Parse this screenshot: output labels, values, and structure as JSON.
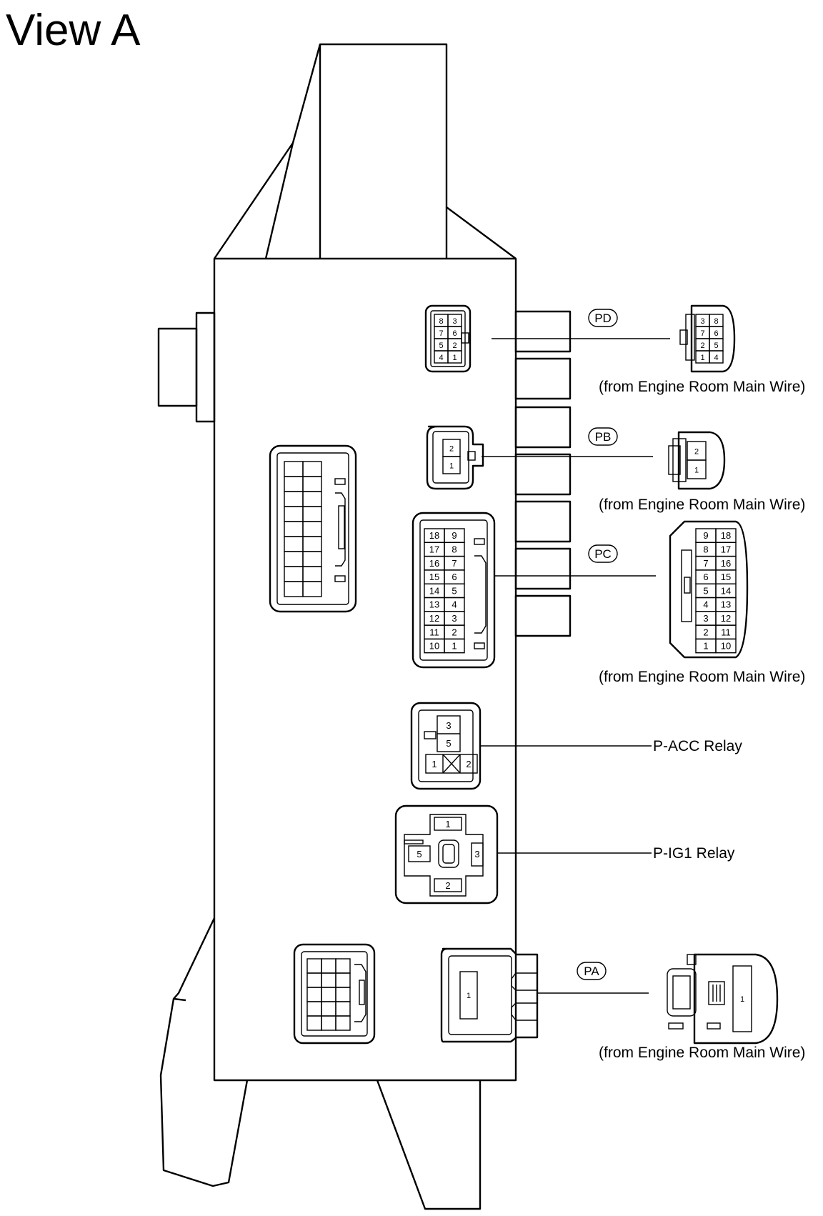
{
  "title": "View A",
  "connectors": {
    "PD": {
      "code": "PD",
      "source": "(from Engine Room Main Wire)",
      "front_pins": [
        "8",
        "3",
        "7",
        "6",
        "5",
        "2",
        "4",
        "1"
      ],
      "side_pins": [
        "3",
        "8",
        "7",
        "6",
        "2",
        "5",
        "1",
        "4"
      ]
    },
    "PB": {
      "code": "PB",
      "source": "(from Engine Room Main Wire)",
      "front_pins": [
        "2",
        "1"
      ],
      "side_pins": [
        "2",
        "1"
      ]
    },
    "PC": {
      "code": "PC",
      "source": "(from Engine Room Main Wire)",
      "front_pins": [
        "18",
        "9",
        "17",
        "8",
        "16",
        "7",
        "15",
        "6",
        "14",
        "5",
        "13",
        "4",
        "12",
        "3",
        "11",
        "2",
        "10",
        "1"
      ],
      "side_pins": [
        "9",
        "18",
        "8",
        "17",
        "7",
        "16",
        "6",
        "15",
        "5",
        "14",
        "4",
        "13",
        "3",
        "12",
        "2",
        "11",
        "1",
        "10"
      ]
    },
    "PA": {
      "code": "PA",
      "source": "(from Engine Room Main Wire)",
      "front_pins": [
        "1"
      ],
      "side_pins": [
        "1"
      ]
    }
  },
  "relays": {
    "p_acc": {
      "label": "P-ACC Relay",
      "pins": [
        "3",
        "5",
        "1",
        "2"
      ]
    },
    "p_ig1": {
      "label": "P-IG1 Relay",
      "pins": [
        "1",
        "5",
        "3",
        "2"
      ]
    }
  }
}
